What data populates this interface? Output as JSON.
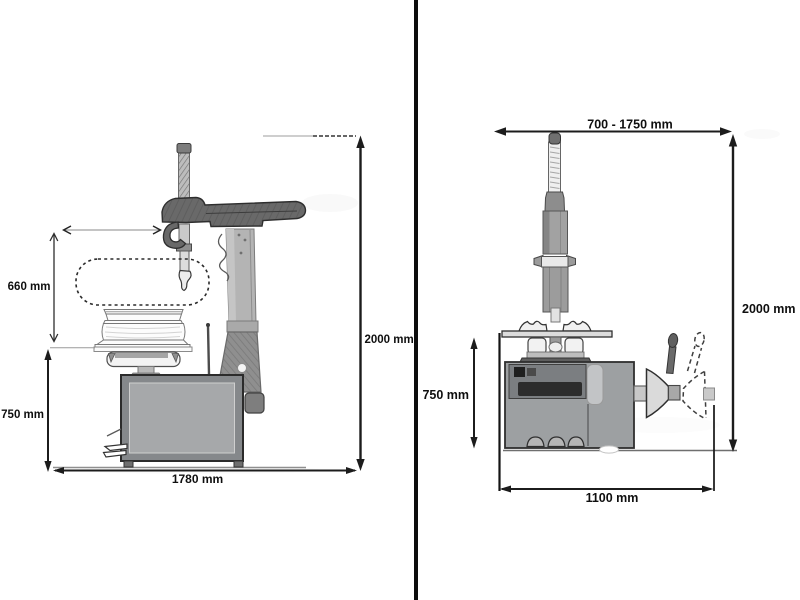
{
  "diagram": {
    "type": "tire-changer-dimensions",
    "colors": {
      "background": "#ffffff",
      "dimension_line": "#1c1c1c",
      "divider": "#0d0d0d",
      "machine_dark": "#6b6b6b",
      "machine_mid": "#9da0a2",
      "machine_light": "#c9c9c9"
    },
    "left_view": {
      "labels": {
        "clamp_width": "660 mm",
        "table_height": "750 mm",
        "overall_width": "1780 mm",
        "overall_height": "2000 mm"
      }
    },
    "right_view": {
      "labels": {
        "width_range": "700 - 1750 mm",
        "overall_height": "2000 mm",
        "table_height": "750 mm",
        "depth": "1100 mm"
      }
    }
  }
}
